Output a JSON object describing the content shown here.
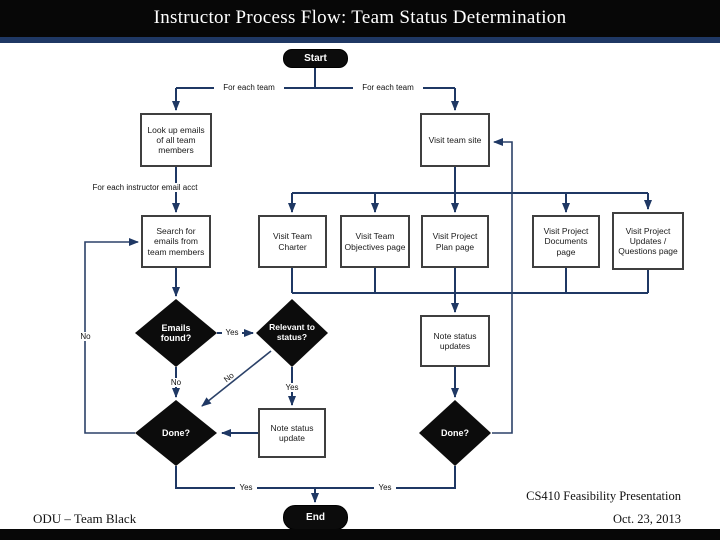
{
  "slide": {
    "title": "Instructor Process Flow: Team Status Determination",
    "footer_left": "ODU – Team Black",
    "footer_right_line1": "CS410 Feasibility Presentation",
    "footer_right_line2": "Oct. 23, 2013"
  },
  "colors": {
    "header_bg": "#070707",
    "accent_stripe": "#1f3864",
    "connector": "#1f3864",
    "shape_fill_dark": "#0c0c0c",
    "box_border": "#3f3f3f",
    "box_fill": "#ffffff"
  },
  "flowchart": {
    "terminators": {
      "start": "Start",
      "end": "End"
    },
    "boxes": {
      "lookup": "Look up emails of all team members",
      "visit_site": "Visit team site",
      "search": "Search for emails from team members",
      "charter": "Visit Team Charter",
      "objectives": "Visit Team Objectives page",
      "plan": "Visit Project Plan page",
      "documents": "Visit Project Documents page",
      "updates": "Visit Project Updates / Questions page",
      "note_updates": "Note status updates",
      "note_update": "Note status update"
    },
    "decisions": {
      "emails_found": "Emails found?",
      "relevant": "Relevant to status?",
      "done_left": "Done?",
      "done_right": "Done?"
    },
    "edge_labels": {
      "for_each_team_left": "For each team",
      "for_each_team_right": "For each team",
      "for_each_instructor": "For each instructor email acct",
      "yes_emails": "Yes",
      "no_emails": "No",
      "yes_relevant": "Yes",
      "no_relevant": "No",
      "no_done_left": "No",
      "yes_done_left": "Yes",
      "yes_done_right": "Yes"
    }
  }
}
